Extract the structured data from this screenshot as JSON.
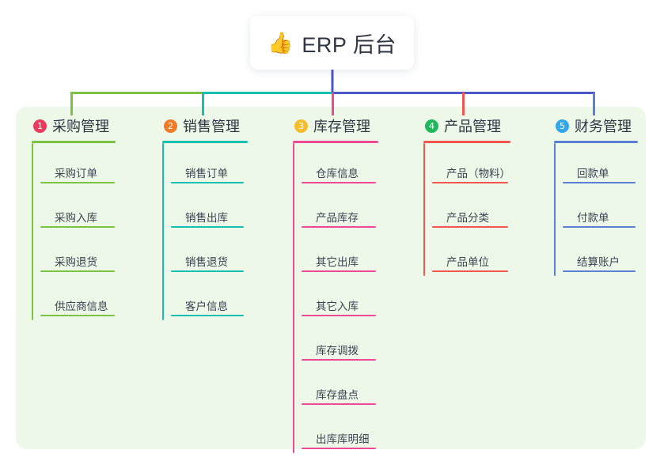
{
  "page": {
    "background": "#ffffff",
    "panel_color": "#eef8e9"
  },
  "root": {
    "icon": "thumbs-up-icon",
    "icon_glyph": "👍",
    "title": "ERP 后台",
    "stem_color": "#4b56c7"
  },
  "bus": {
    "segments": [
      {
        "name": "purchase-segment",
        "color": "#7cc242"
      },
      {
        "name": "sales-segment",
        "color": "#16c0ae"
      },
      {
        "name": "right-segment",
        "color": "#4b56c7"
      }
    ]
  },
  "columns": [
    {
      "number": "1",
      "title": "采购管理",
      "badge_color": "#ea3b5c",
      "line_color": "#7cc242",
      "items": [
        {
          "label": "采购订单"
        },
        {
          "label": "采购入库"
        },
        {
          "label": "采购退货"
        },
        {
          "label": "供应商信息"
        }
      ]
    },
    {
      "number": "2",
      "title": "销售管理",
      "badge_color": "#f07b28",
      "line_color": "#16c0ae",
      "items": [
        {
          "label": "销售订单"
        },
        {
          "label": "销售出库"
        },
        {
          "label": "销售退货"
        },
        {
          "label": "客户信息"
        }
      ]
    },
    {
      "number": "3",
      "title": "库存管理",
      "badge_color": "#f6bc2b",
      "line_color": "#ed4a93",
      "items": [
        {
          "label": "仓库信息"
        },
        {
          "label": "产品库存"
        },
        {
          "label": "其它出库"
        },
        {
          "label": "其它入库"
        },
        {
          "label": "库存调拨"
        },
        {
          "label": "库存盘点"
        },
        {
          "label": "出库库明细"
        }
      ]
    },
    {
      "number": "4",
      "title": "产品管理",
      "badge_color": "#1fb85c",
      "line_color": "#f4554f",
      "items": [
        {
          "label": "产品（物料）"
        },
        {
          "label": "产品分类"
        },
        {
          "label": "产品单位"
        }
      ]
    },
    {
      "number": "5",
      "title": "财务管理",
      "badge_color": "#33a7e8",
      "line_color": "#5b7fd4",
      "items": [
        {
          "label": "回款单"
        },
        {
          "label": "付款单"
        },
        {
          "label": "结算账户"
        }
      ]
    }
  ]
}
